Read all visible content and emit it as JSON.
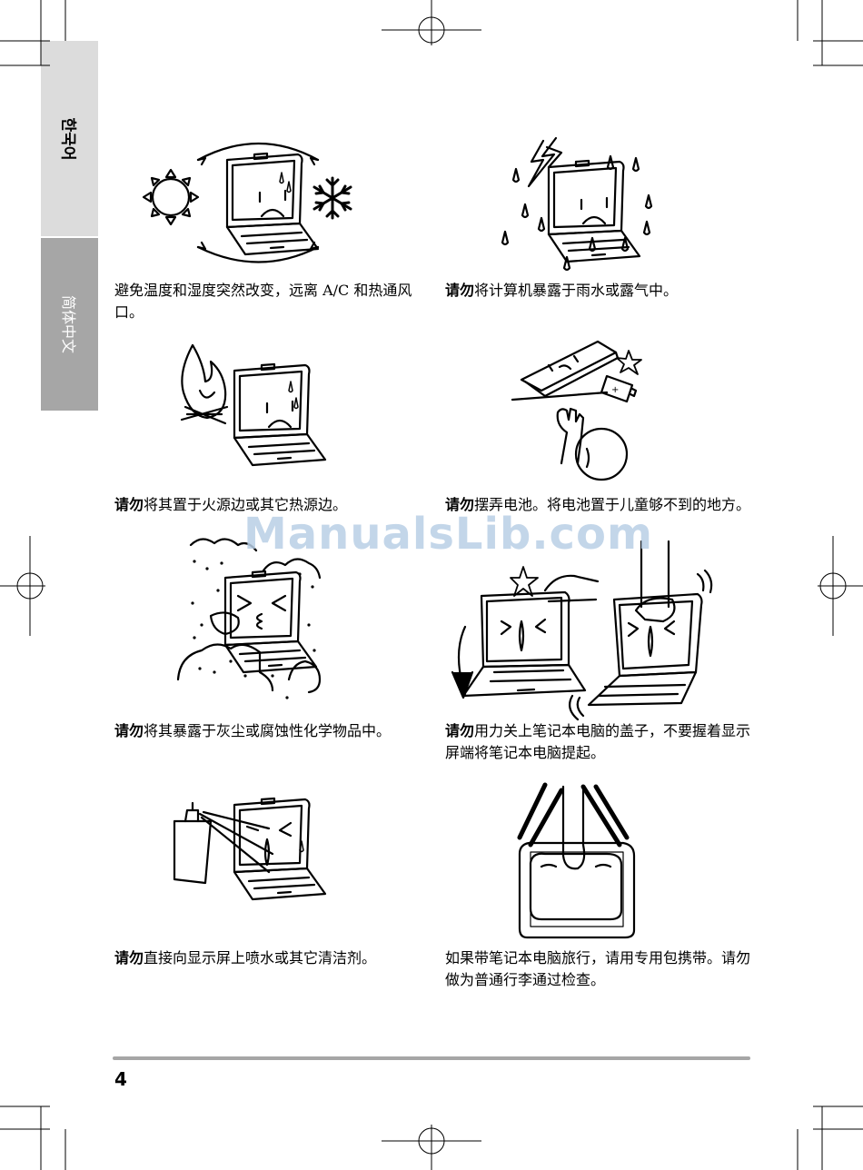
{
  "side_tabs": [
    {
      "label": "한국어",
      "background": "#dcdcdc",
      "color": "#000000"
    },
    {
      "label": "简体中文",
      "background": "#a6a6a6",
      "color": "#ffffff"
    }
  ],
  "watermark": "ManualsLib.com",
  "captions": [
    {
      "bold": "",
      "text": "避免温度和湿度突然改变，远离 A/C 和热通风口。",
      "icon": "temperature-change-illustration"
    },
    {
      "bold": "请勿",
      "text": "将计算机暴露于雨水或露气中。",
      "icon": "rain-illustration"
    },
    {
      "bold": "请勿",
      "text": "将其置于火源边或其它热源边。",
      "icon": "fire-illustration"
    },
    {
      "bold": "请勿",
      "text": "摆弄电池。将电池置于儿童够不到的地方。",
      "icon": "battery-illustration"
    },
    {
      "bold": "请勿",
      "text": "将其暴露于灰尘或腐蚀性化学物品中。",
      "icon": "dust-illustration"
    },
    {
      "bold": "请勿",
      "text": "用力关上笔记本电脑的盖子，不要握着显示屏端将笔记本电脑提起。",
      "icon": "lid-handling-illustration"
    },
    {
      "bold": "请勿",
      "text": "直接向显示屏上喷水或其它清洁剂。",
      "icon": "spray-illustration"
    },
    {
      "bold": "",
      "text": "如果带笔记本电脑旅行，请用专用包携带。请勿做为普通行李通过检查。",
      "icon": "carry-bag-illustration"
    }
  ],
  "page_number": "4"
}
